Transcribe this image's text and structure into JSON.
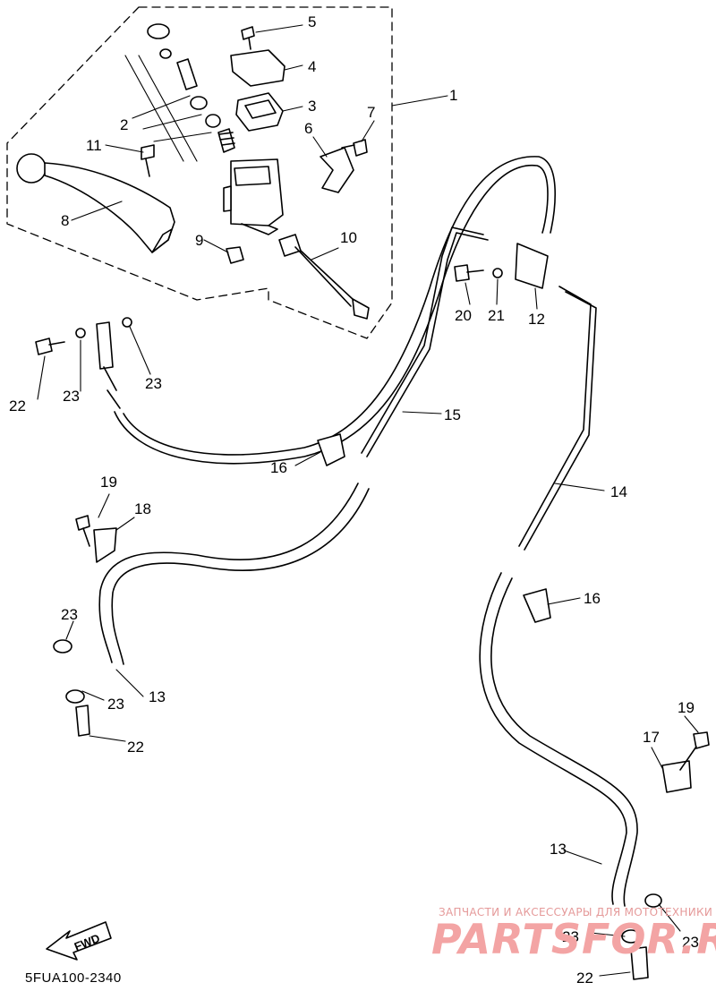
{
  "diagram_code": "5FUA100-2340",
  "direction_arrow": "FWD",
  "watermark": {
    "tagline": "ЗАПЧАСТИ И АКСЕССУАРЫ ДЛЯ МОТОТЕХНИКИ",
    "brand": "PARTSFOR.RU"
  },
  "callouts": [
    "1",
    "2",
    "3",
    "4",
    "5",
    "6",
    "7",
    "8",
    "9",
    "10",
    "11",
    "12",
    "13",
    "13",
    "14",
    "15",
    "16",
    "16",
    "17",
    "18",
    "19",
    "19",
    "20",
    "21",
    "22",
    "22",
    "22",
    "23",
    "23",
    "23",
    "23",
    "23",
    "23"
  ]
}
